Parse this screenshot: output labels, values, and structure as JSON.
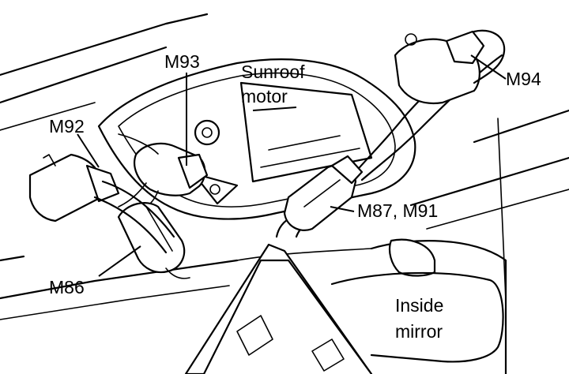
{
  "diagram": {
    "labels": {
      "m93": "M93",
      "sunroof_motor_line1": "Sunroof",
      "sunroof_motor_line2": "motor",
      "m94": "M94",
      "m92": "M92",
      "m87_m91": "M87, M91",
      "m86": "M86",
      "inside_mirror_line1": "Inside",
      "inside_mirror_line2": "mirror"
    }
  },
  "colors": {
    "ink": "#000000",
    "paper": "#ffffff"
  }
}
